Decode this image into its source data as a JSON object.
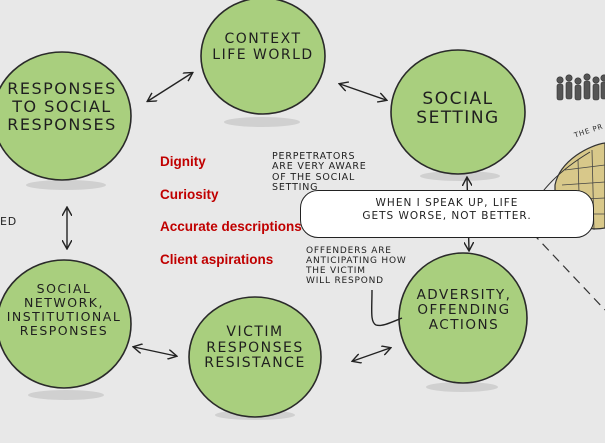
{
  "colors": {
    "background": "#e8e8e8",
    "circle_fill": "#a9cf7e",
    "circle_stroke": "#2a2a2a",
    "values_text": "#c00000"
  },
  "nodes": {
    "context": "CONTEXT\nLIFE WORLD",
    "responses": "RESPONSES\nTO SOCIAL\nRESPONSES",
    "social_setting": "SOCIAL\nSETTING",
    "social_network": "SOCIAL\nNETWORK,\nINSTITUTIONAL\nRESPONSES",
    "victim": "VICTIM\nRESPONSES\nRESISTANCE",
    "adversity": "ADVERSITY,\nOFFENDING\nACTIONS"
  },
  "values": [
    "Dignity",
    "Curiosity",
    "Accurate descriptions",
    "Client aspirations"
  ],
  "notes": {
    "perpetrators": "PERPETRATORS\nARE VERY AWARE\nOF THE SOCIAL\nSETTING",
    "offenders": "OFFENDERS ARE\nANTICIPATING HOW\nTHE VICTIM\nWILL RESPOND",
    "speech_bubble": "WHEN I SPEAK UP, LIFE\nGETS WORSE, NOT BETTER.",
    "left_fragment": "ED",
    "right_fragment": "THE PR"
  },
  "icons": [
    "crowd-icon",
    "stadium-icon"
  ]
}
